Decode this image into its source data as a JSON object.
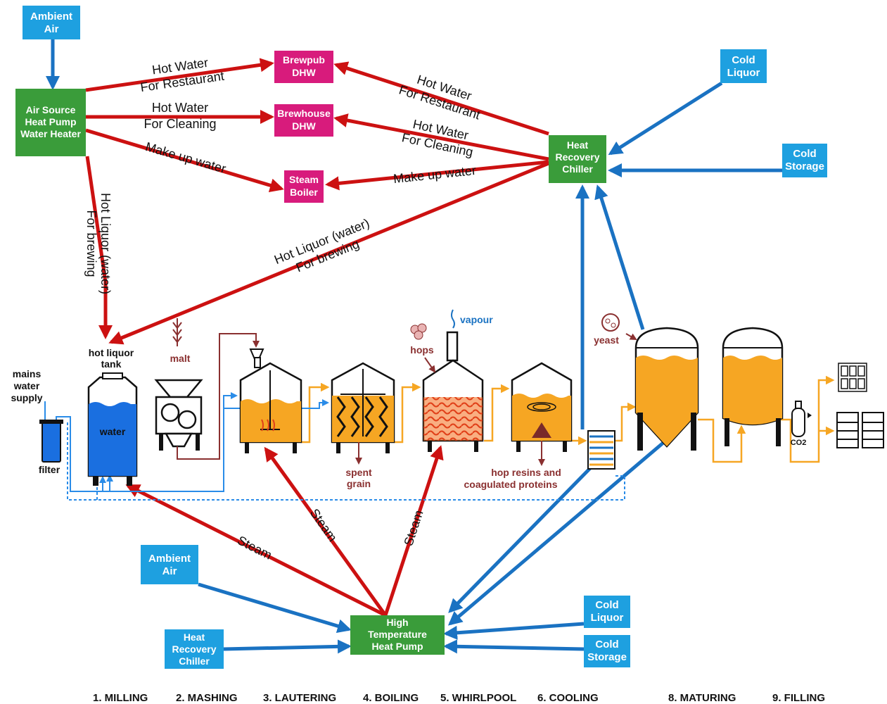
{
  "nodes": {
    "ambient_air_top": [
      "Ambient",
      "Air"
    ],
    "ashp": [
      "Air Source",
      "Heat Pump",
      "Water Heater"
    ],
    "brewpub_dhw": [
      "Brewpub",
      "DHW"
    ],
    "brewhouse_dhw": [
      "Brewhouse",
      "DHW"
    ],
    "steam_boiler": [
      "Steam",
      "Boiler"
    ],
    "heat_recovery_chiller_top": [
      "Heat",
      "Recovery",
      "Chiller"
    ],
    "cold_liquor_top": [
      "Cold",
      "Liquor"
    ],
    "cold_storage_top": [
      "Cold",
      "Storage"
    ],
    "ambient_air_bottom": [
      "Ambient",
      "Air"
    ],
    "heat_recovery_chiller_bottom": [
      "Heat",
      "Recovery",
      "Chiller"
    ],
    "high_temp_heat_pump": [
      "High",
      "Temperature",
      "Heat Pump"
    ],
    "cold_liquor_bottom": [
      "Cold",
      "Liquor"
    ],
    "cold_storage_bottom": [
      "Cold",
      "Storage"
    ]
  },
  "flow_labels": {
    "hot_water_restaurant_left": [
      "Hot Water",
      "For Restaurant"
    ],
    "hot_water_cleaning_left": [
      "Hot Water",
      "For Cleaning"
    ],
    "make_up_water_left": "Make up water",
    "hot_water_restaurant_right": [
      "Hot Water",
      "For Restaurant"
    ],
    "hot_water_cleaning_right": [
      "Hot Water",
      "For Cleaning"
    ],
    "make_up_water_right": "Make up water",
    "hot_liquor_vertical": [
      "Hot Liquor (water)",
      "For brewing"
    ],
    "hot_liquor_diagonal": [
      "Hot Liquor (water)",
      "For brewing"
    ],
    "steam_1": "Steam",
    "steam_2": "Steam",
    "steam_3": "Steam"
  },
  "process_labels": {
    "mains_water_supply": [
      "mains",
      "water",
      "supply"
    ],
    "filter": "filter",
    "hot_liquor_tank": [
      "hot liquor",
      "tank"
    ],
    "water": "water",
    "malt": "malt",
    "spent_grain": [
      "spent",
      "grain"
    ],
    "hops": "hops",
    "vapour": "vapour",
    "hop_resins": [
      "hop resins and",
      "coagulated proteins"
    ],
    "yeast": "yeast",
    "co2": "CO2"
  },
  "stages": [
    "1. MILLING",
    "2. MASHING",
    "3. LAUTERING",
    "4. BOILING",
    "5. WHIRLPOOL",
    "6. COOLING",
    "8. MATURING",
    "9. FILLING"
  ],
  "colors": {
    "green_box": "#3a9c3a",
    "magenta_box": "#d81b7c",
    "blue_box": "#1ea0e0",
    "hot_arrow": "#cc1111",
    "cold_arrow": "#1a72c2",
    "wort_orange": "#f6a623",
    "water_blue": "#1a6fe0"
  }
}
